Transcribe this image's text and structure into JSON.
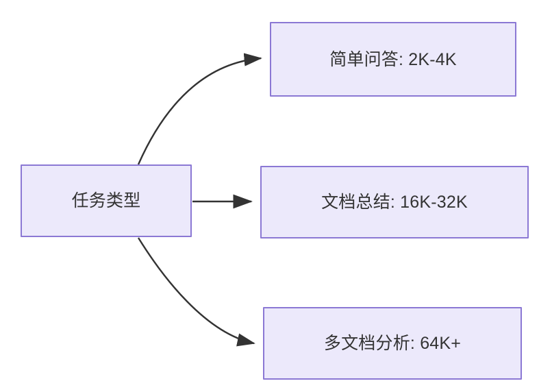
{
  "diagram": {
    "type": "flowchart",
    "direction": "left-to-right",
    "background_color": "#ffffff",
    "node_fill_color": "#ece9fb",
    "node_border_color": "#8b78d4",
    "node_text_color": "#333333",
    "edge_color": "#333333",
    "root": {
      "id": "task-type",
      "label": "任务类型"
    },
    "branches": [
      {
        "id": "simple-qa",
        "label": "简单问答: 2K-4K",
        "task": "简单问答",
        "context_length": "2K-4K",
        "edge_style": "curved",
        "arrowhead": "filled-triangle"
      },
      {
        "id": "doc-summary",
        "label": "文档总结: 16K-32K",
        "task": "文档总结",
        "context_length": "16K-32K",
        "edge_style": "straight",
        "arrowhead": "filled-triangle"
      },
      {
        "id": "multi-doc-analysis",
        "label": "多文档分析: 64K+",
        "task": "多文档分析",
        "context_length": "64K+",
        "edge_style": "curved",
        "arrowhead": "filled-triangle"
      }
    ]
  }
}
